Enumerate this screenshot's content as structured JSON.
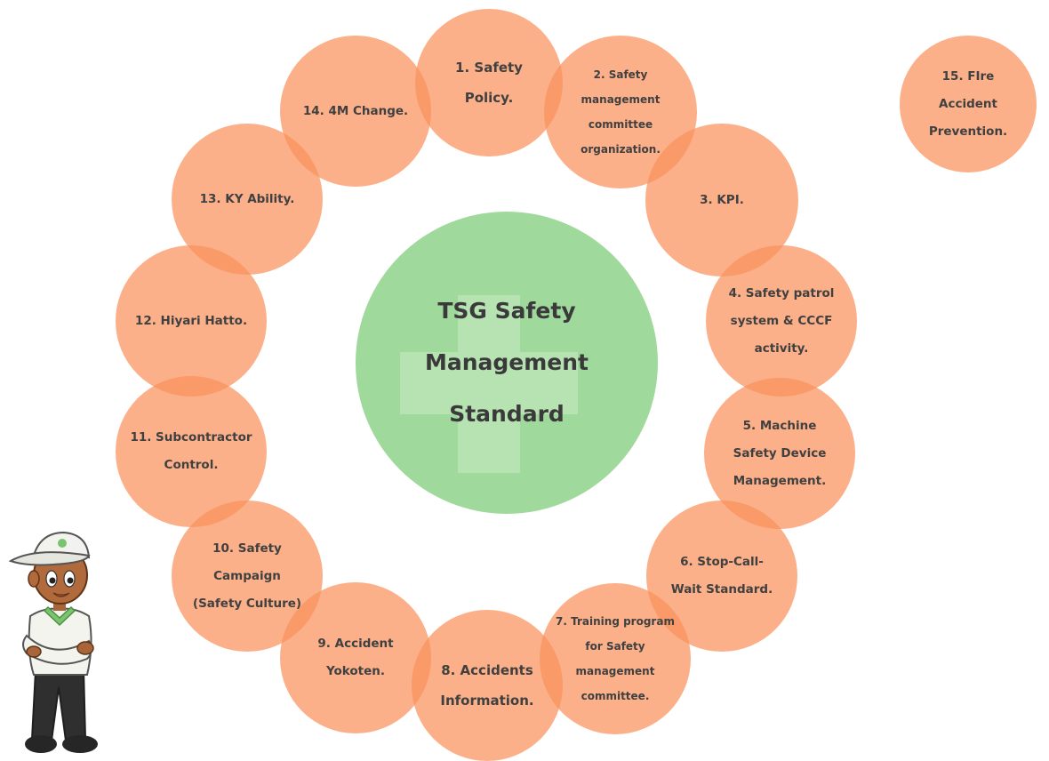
{
  "diagram": {
    "center": {
      "lines": [
        "TSG Safety",
        "Management",
        "Standard"
      ]
    },
    "items": [
      {
        "lines": [
          "1. Safety",
          "Policy."
        ]
      },
      {
        "lines": [
          "2. Safety",
          "management",
          "committee",
          "organization."
        ]
      },
      {
        "lines": [
          "3. KPI."
        ]
      },
      {
        "lines": [
          "4. Safety patrol",
          "system & CCCF",
          "activity."
        ]
      },
      {
        "lines": [
          "5. Machine",
          "Safety Device",
          "Management."
        ]
      },
      {
        "lines": [
          "6. Stop-Call-",
          "Wait Standard."
        ]
      },
      {
        "lines": [
          "7. Training program",
          "for Safety",
          "management",
          "committee."
        ]
      },
      {
        "lines": [
          "8. Accidents",
          "Information."
        ]
      },
      {
        "lines": [
          "9. Accident",
          "Yokoten."
        ]
      },
      {
        "lines": [
          "10. Safety",
          "Campaign",
          "(Safety Culture)"
        ]
      },
      {
        "lines": [
          "11. Subcontractor",
          "Control."
        ]
      },
      {
        "lines": [
          "12. Hiyari Hatto."
        ]
      },
      {
        "lines": [
          "13. KY Ability."
        ]
      },
      {
        "lines": [
          "14. 4M Change."
        ]
      },
      {
        "lines": [
          "15. FIre",
          "Accident",
          "Prevention."
        ]
      }
    ]
  },
  "colors": {
    "item_fill": "#FA915C",
    "center_fill": "#A0D99C",
    "center_cross": "#B7E3B3",
    "text": "#404040"
  },
  "icons": {
    "mascot": "safety-worker-mascot-icon"
  }
}
